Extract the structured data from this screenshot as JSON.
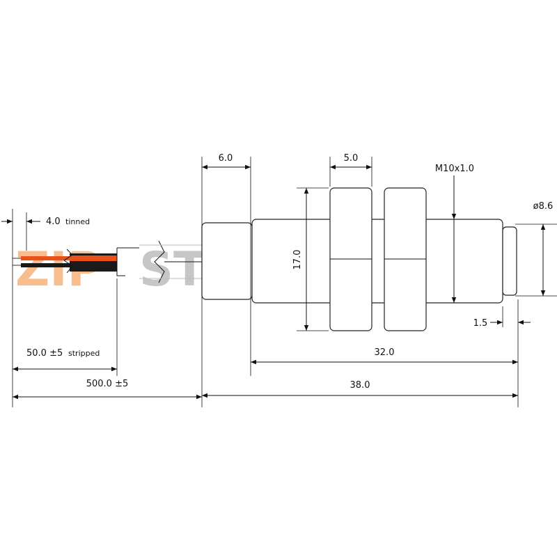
{
  "colors": {
    "wire_orange": "#e8531d",
    "wire_black": "#1a1a1a",
    "watermark_orange": "#f6b27a",
    "watermark_gray": "#bdbdbd",
    "line": "#111111"
  },
  "watermark": {
    "zip": "ZIP",
    "rest": "STORE.RU"
  },
  "dimensions": {
    "tinned": {
      "value": "4.0",
      "note": "tinned"
    },
    "stripped": {
      "value": "50.0 ±5",
      "note": "stripped"
    },
    "cable_length": "500.0 ±5",
    "nose_length": "6.0",
    "nut_width": "5.0",
    "thread": "M10x1.0",
    "diameter": "ø8.6",
    "nut_height": "17.0",
    "tip_length": "1.5",
    "thread_length": "32.0",
    "body_length": "38.0"
  }
}
